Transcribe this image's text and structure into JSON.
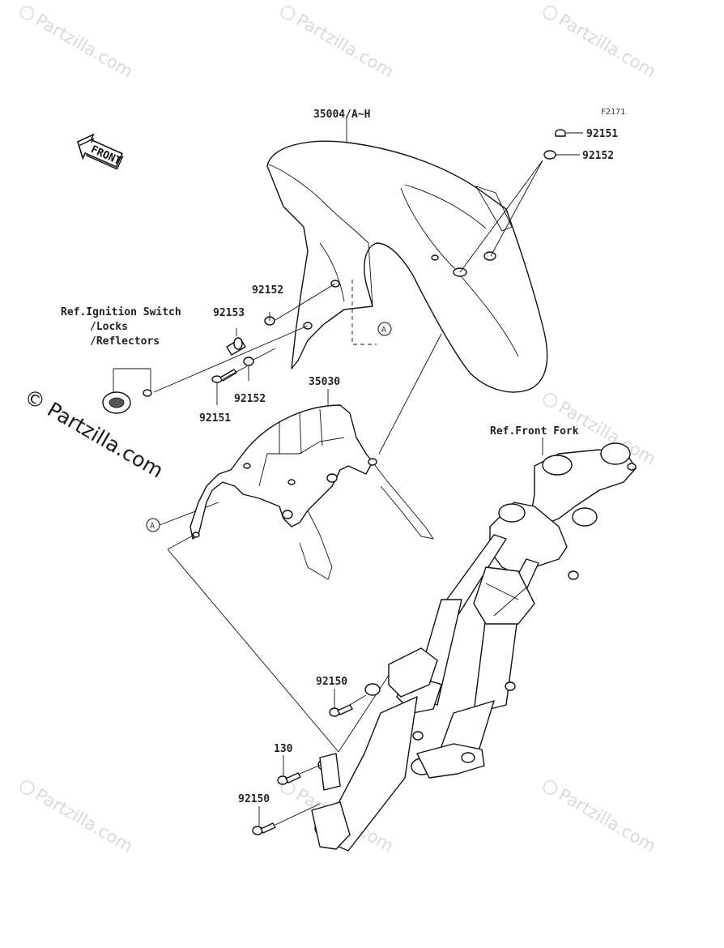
{
  "diagram": {
    "figure_code": "F2171",
    "direction_label": "FRONT",
    "copyright_mark": "© Partzilla.com",
    "watermark_text": "Partzilla.com",
    "reference_marker": "A",
    "part_labels": {
      "front_fender": "35004/A~H",
      "fender_bracket": "35030",
      "bolt_top_right": "92151",
      "washer_top_right": "92152",
      "washer_upper_left": "92152",
      "collar_left": "92153",
      "washer_lower_left": "92152",
      "bolt_lower_left": "92151",
      "bolt_fork_upper": "92150",
      "bolt_130": "130",
      "bolt_fork_lower": "92150"
    },
    "reference_notes": {
      "ignition_line1": "Ref.Ignition Switch",
      "ignition_line2": "/Locks",
      "ignition_line3": "/Reflectors",
      "front_fork": "Ref.Front Fork"
    }
  }
}
